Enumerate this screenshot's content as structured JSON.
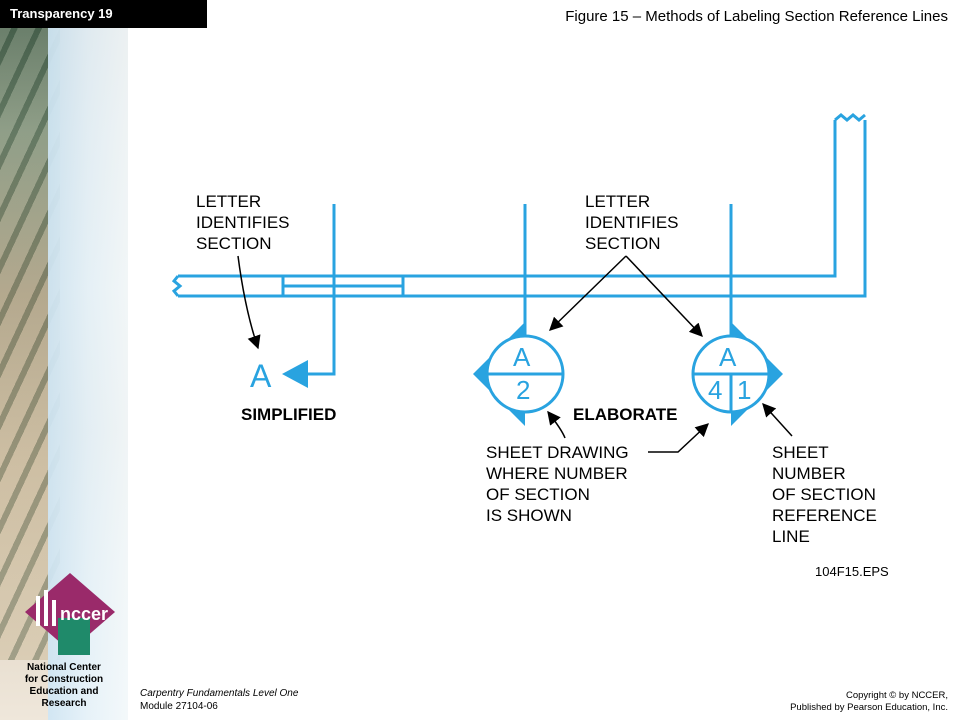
{
  "header": {
    "badge": "Transparency 19",
    "title": "Figure 15 – Methods of Labeling Section Reference Lines"
  },
  "logo": {
    "text": "nccer",
    "org_lines": [
      "National Center",
      "for Construction",
      "Education and",
      "Research"
    ]
  },
  "footer": {
    "course": "Carpentry Fundamentals Level One",
    "module": "Module 27104-06",
    "copyright_1": "Copyright © by NCCER,",
    "copyright_2": "Published by Pearson Education, Inc."
  },
  "diagram": {
    "colors": {
      "line": "#29a3e0",
      "text": "#000000"
    },
    "simplified": {
      "callout": [
        "LETTER",
        "IDENTIFIES",
        "SECTION"
      ],
      "letter": "A",
      "caption": "SIMPLIFIED"
    },
    "elaborate": {
      "callout": [
        "LETTER",
        "IDENTIFIES",
        "SECTION"
      ],
      "caption": "ELABORATE",
      "left_symbol": {
        "letter": "A",
        "number": "2"
      },
      "right_symbol": {
        "letter": "A",
        "number_left": "4",
        "number_right": "1"
      },
      "sheet_drawing_note": [
        "SHEET DRAWING",
        "WHERE NUMBER",
        "OF SECTION",
        "IS SHOWN"
      ],
      "sheet_number_note": [
        "SHEET",
        "NUMBER",
        "OF SECTION",
        "REFERENCE",
        "LINE"
      ]
    },
    "file_id": "104F15.EPS"
  }
}
